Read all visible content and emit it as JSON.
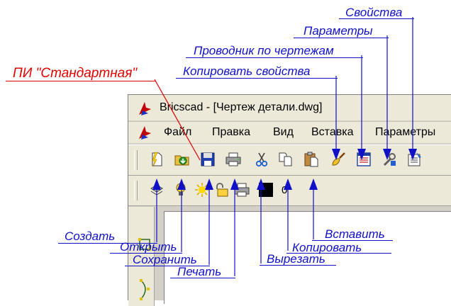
{
  "annotations": {
    "standard_toolbar": "ПИ \"Стандартная\"",
    "properties": "Свойства",
    "settings": "Параметры",
    "explorer": "Проводник по чертежам",
    "copy_props": "Копировать свойства",
    "create": "Создать",
    "open": "Открыть",
    "save": "Сохранить",
    "print": "Печать",
    "cut": "Вырезать",
    "copy": "Копировать",
    "paste": "Вставить"
  },
  "window": {
    "title": "Bricscad - [Чертеж детали.dwg]"
  },
  "menu": {
    "file": "Файл",
    "edit": "Правка",
    "view": "Вид",
    "insert": "Вставка",
    "params": "Параметры"
  },
  "layer": {
    "value": "0"
  },
  "colors": {
    "annotation": "#1010c8",
    "annotation_title": "#e00000"
  },
  "icons": {
    "new": "new-file-icon",
    "open": "open-folder-icon",
    "save": "floppy-disk-icon",
    "print": "printer-icon",
    "cut": "scissors-icon",
    "copy": "copy-icon",
    "paste": "clipboard-icon",
    "match_properties": "brush-icon",
    "drawing_explorer": "explorer-icon",
    "settings": "wrench-icon",
    "properties": "properties-icon"
  }
}
